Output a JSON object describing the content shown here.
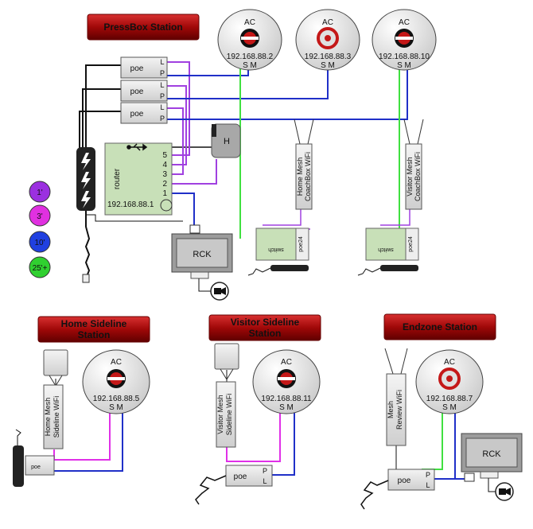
{
  "stations": {
    "pressbox": "PressBox Station",
    "home_sideline": "Home Sideline Station",
    "visitor_sideline": "Visitor Sideline Station",
    "endzone": "Endzone Station"
  },
  "ap": {
    "label": "AC",
    "ports": "S M",
    "ips": [
      "192.168.88.2",
      "192.168.88.3",
      "192.168.88.10",
      "192.168.88.5",
      "192.168.88.11",
      "192.168.88.7"
    ]
  },
  "poe": {
    "label": "poe",
    "port_l": "L",
    "port_p": "P"
  },
  "router": {
    "label": "router",
    "ip": "192.168.88.1",
    "ports": [
      "5",
      "4",
      "3",
      "2",
      "1"
    ]
  },
  "hub": {
    "label": "H"
  },
  "rck": {
    "label": "RCK"
  },
  "mesh": {
    "home_coachbox": [
      "Home Mesh",
      "CoachBox WiFi"
    ],
    "visitor_coachbox": [
      "Visitor Mesh",
      "CoachBox WiFi"
    ],
    "home_sideline": [
      "Home Mesh",
      "Sideline WiFi"
    ],
    "visitor_sideline": [
      "Visitor Mesh",
      "Sideline WiFi"
    ],
    "review": [
      "Mesh",
      "Review WiFi"
    ]
  },
  "switch": {
    "label": "switch",
    "poe24": "poe24"
  },
  "cable_legend": [
    {
      "label": "1'",
      "color": "#9b30e0"
    },
    {
      "label": "3'",
      "color": "#e030e0"
    },
    {
      "label": "10'",
      "color": "#2040e0"
    },
    {
      "label": "25'+",
      "color": "#30d030"
    }
  ],
  "colors": {
    "purple": "#a040e0",
    "magenta": "#e030e8",
    "blue": "#2030c8",
    "green": "#40e040",
    "badge": "#b01010"
  }
}
